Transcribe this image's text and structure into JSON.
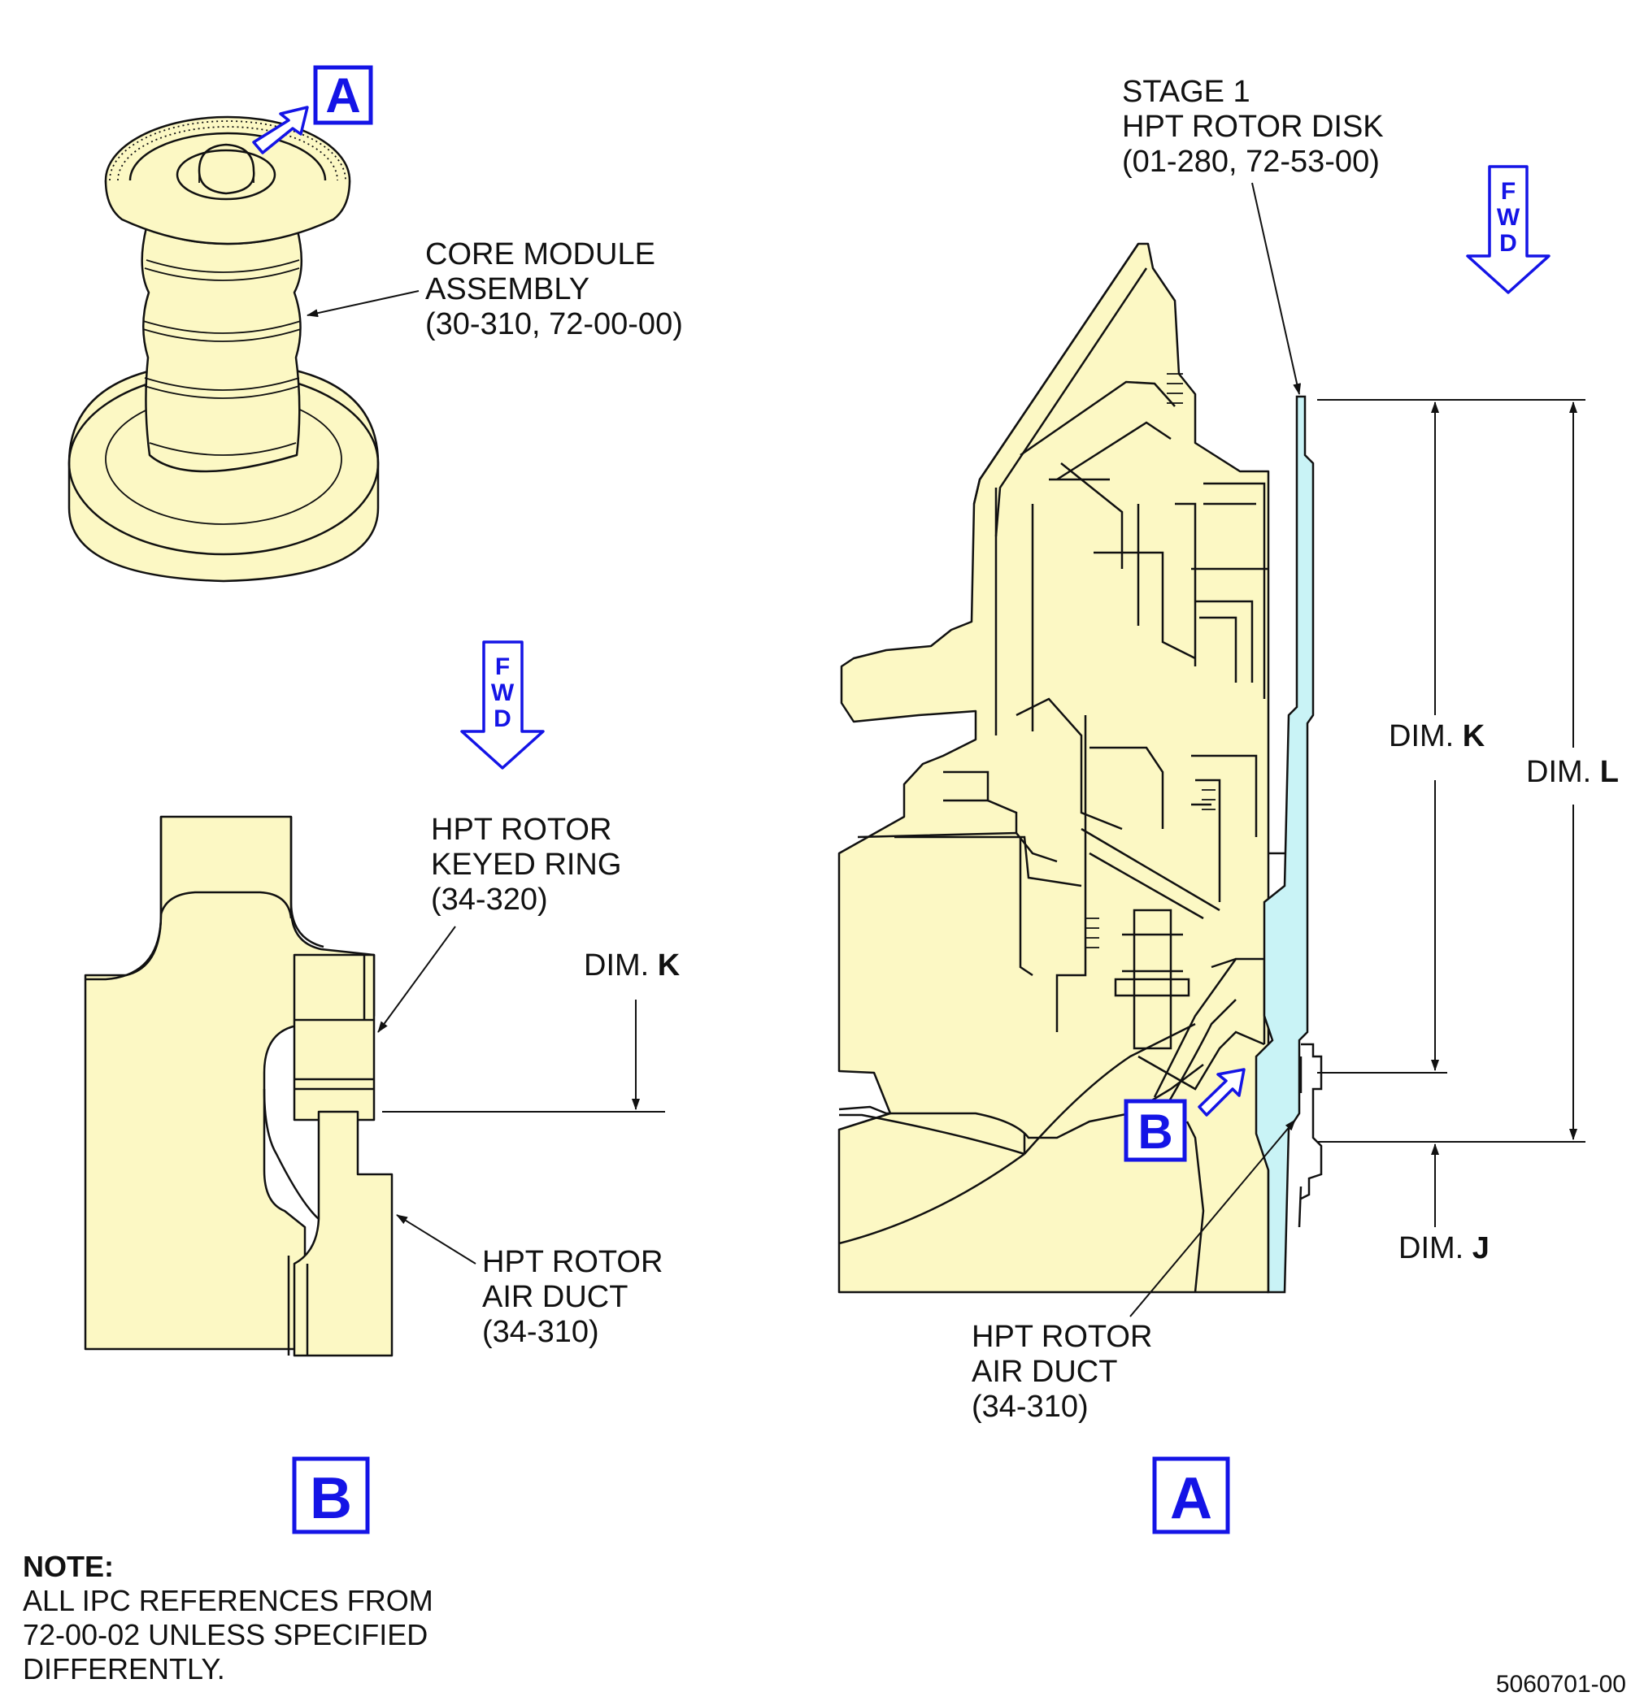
{
  "iso_view": {
    "callout": "A",
    "label_lines": [
      "CORE MODULE",
      "ASSEMBLY",
      "(30-310, 72-00-00)"
    ]
  },
  "view_b": {
    "fwd_letters": [
      "F",
      "W",
      "D"
    ],
    "keyed_ring_lines": [
      "HPT ROTOR",
      "KEYED RING",
      "(34-320)"
    ],
    "dim_k": {
      "prefix": "DIM. ",
      "letter": "K"
    },
    "air_duct_lines": [
      "HPT ROTOR",
      "AIR DUCT",
      "(34-310)"
    ],
    "view_label": "B"
  },
  "view_a": {
    "disk_lines": [
      "STAGE 1",
      "HPT ROTOR DISK",
      "(01-280, 72-53-00)"
    ],
    "fwd_letters": [
      "F",
      "W",
      "D"
    ],
    "dim_k": {
      "prefix": "DIM. ",
      "letter": "K"
    },
    "dim_l": {
      "prefix": "DIM. ",
      "letter": "L"
    },
    "dim_j": {
      "prefix": "DIM. ",
      "letter": "J"
    },
    "callout_b": "B",
    "air_duct_lines": [
      "HPT ROTOR",
      "AIR DUCT",
      "(34-310)"
    ],
    "view_label": "A"
  },
  "note": {
    "title": "NOTE:",
    "lines": [
      "ALL IPC REFERENCES FROM",
      "72-00-02 UNLESS SPECIFIED",
      "DIFFERENTLY."
    ]
  },
  "figure_id": "5060701-00",
  "colors": {
    "part_fill": "#fcf8c4",
    "highlight_fill": "#c9f3f6",
    "callout_blue": "#1414e6"
  }
}
